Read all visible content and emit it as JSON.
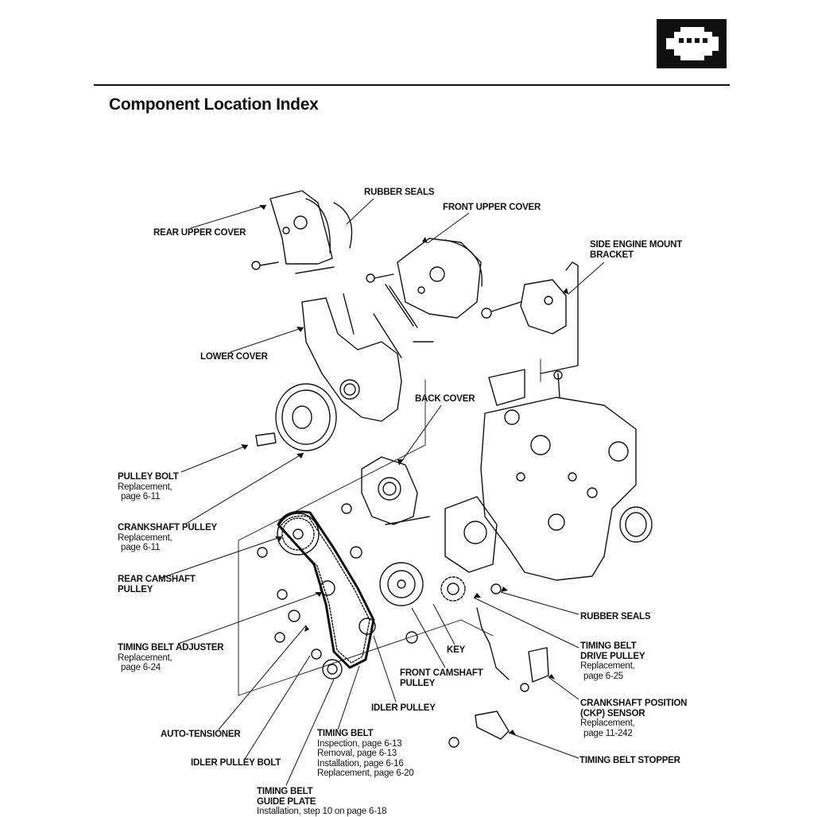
{
  "page": {
    "title": "Component Location Index",
    "icon": "engine-icon"
  },
  "labels": {
    "rubber_seals_top": "RUBBER SEALS",
    "front_upper_cover": "FRONT UPPER COVER",
    "rear_upper_cover": "REAR UPPER COVER",
    "side_engine_mount_1": "SIDE ENGINE MOUNT",
    "side_engine_mount_2": "BRACKET",
    "lower_cover": "LOWER COVER",
    "back_cover": "BACK COVER",
    "pulley_bolt": "PULLEY BOLT",
    "pulley_bolt_sub1": "Replacement,",
    "pulley_bolt_sub2": "page 6-11",
    "crankshaft_pulley": "CRANKSHAFT PULLEY",
    "crankshaft_pulley_sub1": "Replacement,",
    "crankshaft_pulley_sub2": "page 6-11",
    "rear_camshaft_1": "REAR CAMSHAFT",
    "rear_camshaft_2": "PULLEY",
    "rubber_seals_bottom": "RUBBER SEALS",
    "timing_belt_adjuster": "TIMING BELT ADJUSTER",
    "adjuster_sub1": "Replacement,",
    "adjuster_sub2": "page 6-24",
    "key": "KEY",
    "drive_pulley_1": "TIMING BELT",
    "drive_pulley_2": "DRIVE PULLEY",
    "drive_pulley_sub1": "Replacement,",
    "drive_pulley_sub2": "page 6-25",
    "front_camshaft_1": "FRONT CAMSHAFT",
    "front_camshaft_2": "PULLEY",
    "ckp_1": "CRANKSHAFT POSITION",
    "ckp_2": "(CKP) SENSOR",
    "ckp_sub1": "Replacement,",
    "ckp_sub2": "page 11-242",
    "idler_pulley": "IDLER PULLEY",
    "auto_tensioner": "AUTO-TENSIONER",
    "timing_belt": "TIMING BELT",
    "timing_belt_sub1": "Inspection, page 6-13",
    "timing_belt_sub2": "Removal, page 6-13",
    "timing_belt_sub3": "Installation, page 6-16",
    "timing_belt_sub4": "Replacement, page 6-20",
    "idler_pulley_bolt": "IDLER PULLEY BOLT",
    "timing_belt_stopper": "TIMING BELT STOPPER",
    "guide_plate_1": "TIMING BELT",
    "guide_plate_2": "GUIDE PLATE",
    "guide_plate_sub1": "Installation, step 10 on page 6-18"
  }
}
